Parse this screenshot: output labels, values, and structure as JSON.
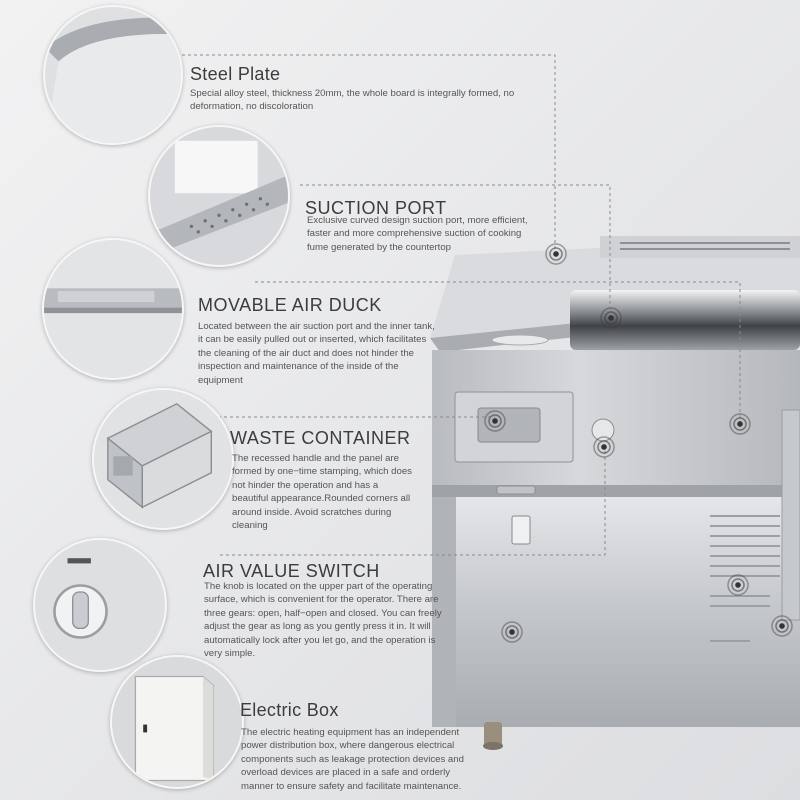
{
  "features": [
    {
      "title": "Steel Plate",
      "desc": "Special alloy steel, thickness 20mm, the whole board is integrally formed, no deformation, no discoloration"
    },
    {
      "title": "SUCTION PORT",
      "desc": "Exclusive curved design suction port, more efficient, faster and more comprehensive suction of cooking fume generated by the countertop"
    },
    {
      "title": "MOVABLE AIR DUCK",
      "desc": "Located between the air suction port and the inner tank, it can be easily pulled out or inserted, which facilitates the cleaning of the air duct and does not hinder the inspection and maintenance of the inside of the equipment"
    },
    {
      "title": "WASTE CONTAINER",
      "desc": "The recessed handle and the panel are formed by one−time stamping, which does not hinder the operation and has a beautiful appearance.Rounded corners all around inside. Avoid scratches during cleaning"
    },
    {
      "title": "AIR VALUE SWITCH",
      "desc": "The knob is located on the upper part of the operating surface, which is convenient for the operator. There are three gears: open, half−open and closed. You can freely adjust the gear as long as you gently press it in. It will automatically lock after you let go, and the operation is very simple."
    },
    {
      "title": "Electric Box",
      "desc": "The electric heating equipment has an independent power distribution box, where dangerous electrical components such as leakage protection devices and overload devices are placed in a safe and orderly manner to ensure safety and facilitate maintenance."
    }
  ],
  "colors": {
    "background": "#e9eaec",
    "steel": "#c9ccd0",
    "text": "#3c3c3c"
  }
}
